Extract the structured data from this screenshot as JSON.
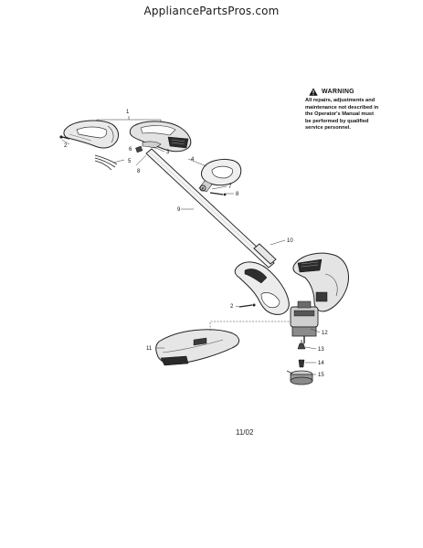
{
  "watermark": "AppliancePartsPros.com",
  "warning": {
    "title": "WARNING",
    "lines": [
      "All repairs, adjustments and",
      "maintenance not described in",
      "the Operator's Manual must",
      "be performed by qualified",
      "service personnel."
    ]
  },
  "callouts": [
    "1",
    "2",
    "3",
    "4",
    "5",
    "6",
    "7",
    "8",
    "8",
    "9",
    "10",
    "2",
    "11",
    "12",
    "13",
    "14",
    "15"
  ],
  "date_code": "11/02"
}
